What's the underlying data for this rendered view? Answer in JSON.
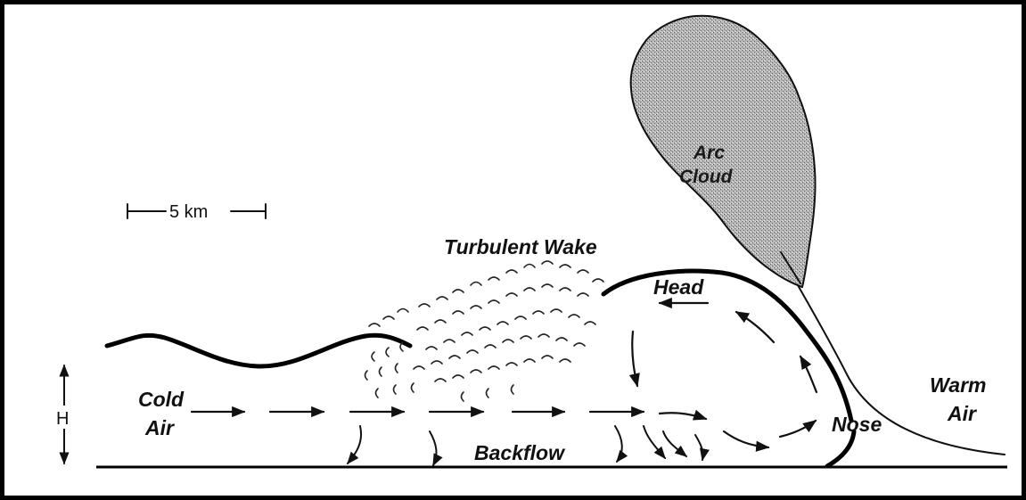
{
  "diagram": {
    "labels": {
      "scale": "5 km",
      "height": "H",
      "cold_air_1": "Cold",
      "cold_air_2": "Air",
      "turbulent_wake": "Turbulent Wake",
      "head": "Head",
      "arc_cloud_1": "Arc",
      "arc_cloud_2": "Cloud",
      "warm_air_1": "Warm",
      "warm_air_2": "Air",
      "nose": "Nose",
      "backflow": "Backflow"
    },
    "colors": {
      "ink": "#000000",
      "cloud_fill": "#9a9a9a",
      "background": "#ffffff"
    }
  }
}
